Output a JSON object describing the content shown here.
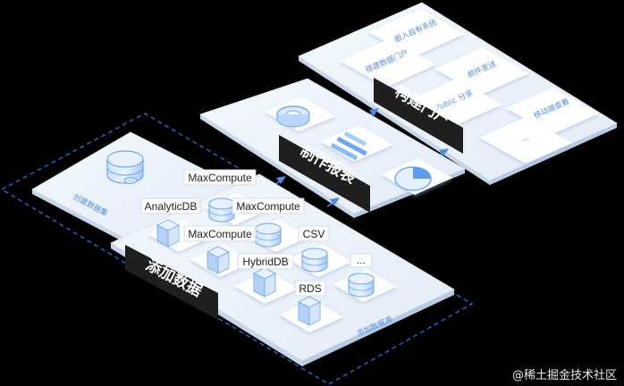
{
  "stages": {
    "portal": {
      "band_label": "构建门户",
      "tiles": [
        "嵌入自有系统",
        "搭建数据门户",
        "邮件发送",
        "Public 分享",
        "移动端查看",
        "..."
      ]
    },
    "report": {
      "band_label": "制作报表"
    },
    "datasets": {
      "plate_label": "创建数据集"
    },
    "add_data": {
      "band_label": "添加数据",
      "plate_label": "添加数据源"
    }
  },
  "data_sources": [
    "MaxCompute",
    "AnalyticDB",
    "MaxCompute",
    "MaxCompute",
    "CSV",
    "HybridDB",
    "...",
    "RDS"
  ],
  "watermark": "@稀土掘金技术社区",
  "colors": {
    "background": "#000000",
    "plate": "#eef3fa",
    "tile": "#ffffff",
    "accent_blue": "#5b9bea",
    "band": "#1f1f1f",
    "dashed_outline": "#2f64d6"
  }
}
